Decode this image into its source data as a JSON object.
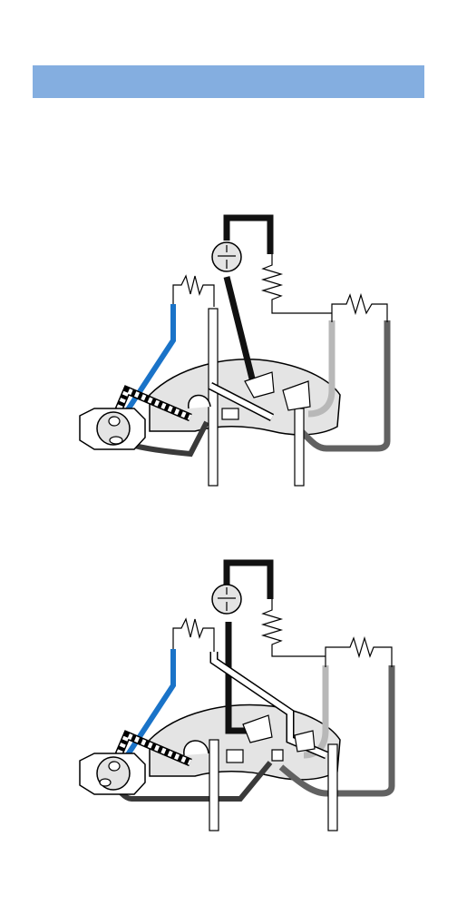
{
  "header": {
    "bar_color": "#84aee0",
    "text": ""
  },
  "colors": {
    "blue_wire": "#1a73c8",
    "black_wire": "#111111",
    "light_gray_wire": "#b8b8b8",
    "dark_gray_wire": "#616161",
    "charcoal_wire": "#3a3a3a",
    "board_fill": "#e4e4e4",
    "outline": "#000000"
  },
  "diagrams": [
    {
      "name": "wiring-diagram-1",
      "variant": "original"
    },
    {
      "name": "wiring-diagram-2",
      "variant": "modified"
    }
  ]
}
